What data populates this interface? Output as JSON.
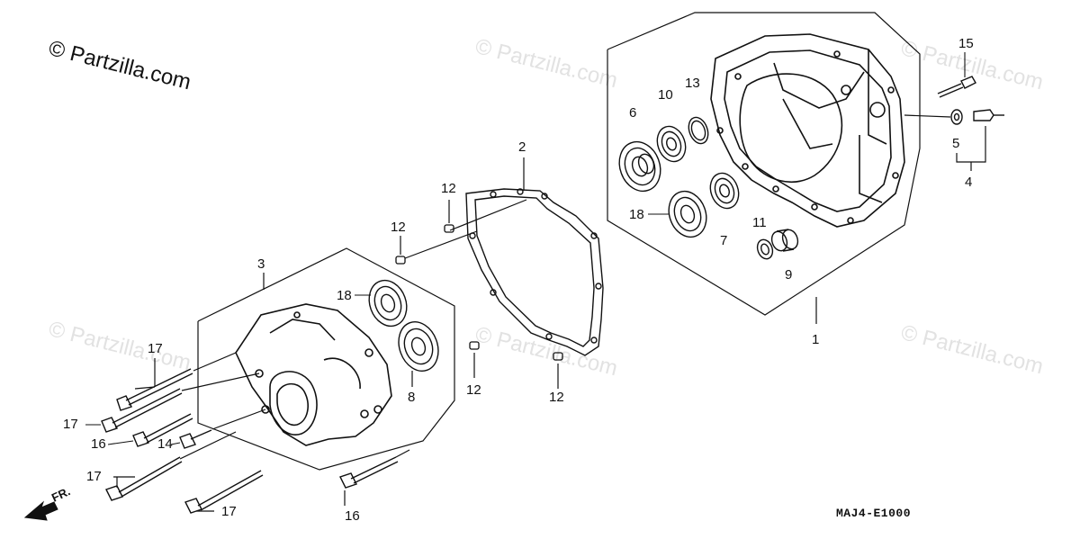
{
  "watermark": {
    "main": "© Partzilla.com",
    "faint": "© Partzilla.com"
  },
  "diagram_code": "MAJ4-E1000",
  "direction_label": "FR.",
  "callouts": [
    "1",
    "2",
    "3",
    "4",
    "5",
    "6",
    "7",
    "8",
    "9",
    "10",
    "11",
    "12",
    "13",
    "14",
    "15",
    "16",
    "17",
    "18"
  ],
  "labels": {
    "n1": "1",
    "n2": "2",
    "n3": "3",
    "n4": "4",
    "n5": "5",
    "n6": "6",
    "n7": "7",
    "n8": "8",
    "n9": "9",
    "n10": "10",
    "n11": "11",
    "n12": "12",
    "n13": "13",
    "n14": "14",
    "n15": "15",
    "n16": "16",
    "n17": "17",
    "n18": "18"
  }
}
